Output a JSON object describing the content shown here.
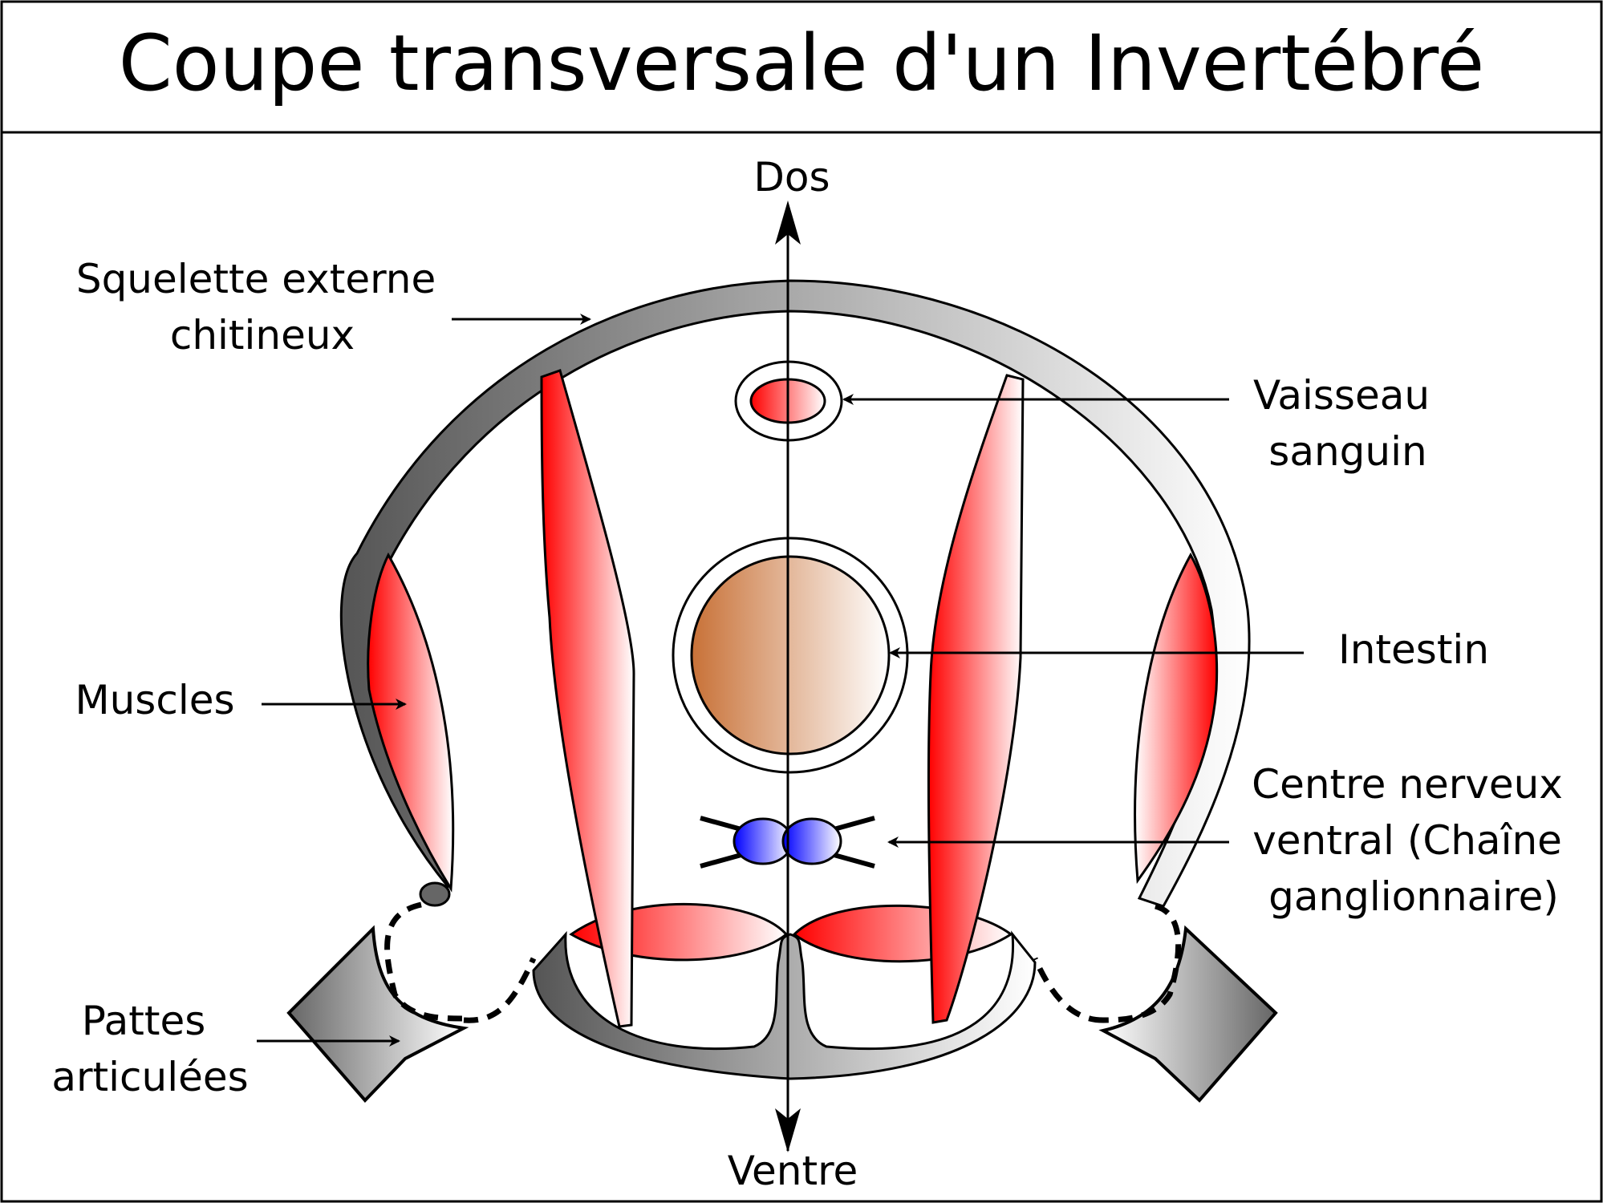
{
  "title": "Coupe transversale d'un Invertébré",
  "axis": {
    "top": "Dos",
    "bottom": "Ventre"
  },
  "labels": {
    "exoskeleton": [
      "Squelette externe",
      "chitineux"
    ],
    "blood_vessel": [
      "Vaisseau",
      "sanguin"
    ],
    "intestine": [
      "Intestin"
    ],
    "muscles": [
      "Muscles"
    ],
    "nerve_center": [
      "Centre nerveux",
      "ventral (Chaîne",
      "ganglionnaire)"
    ],
    "legs": [
      "Pattes",
      "articulées"
    ]
  },
  "colors": {
    "muscle": "#ff0000",
    "nerve": "#0000ff",
    "intestine": "#c87137",
    "skeleton_dark": "#555555",
    "skeleton_light": "#ffffff"
  }
}
